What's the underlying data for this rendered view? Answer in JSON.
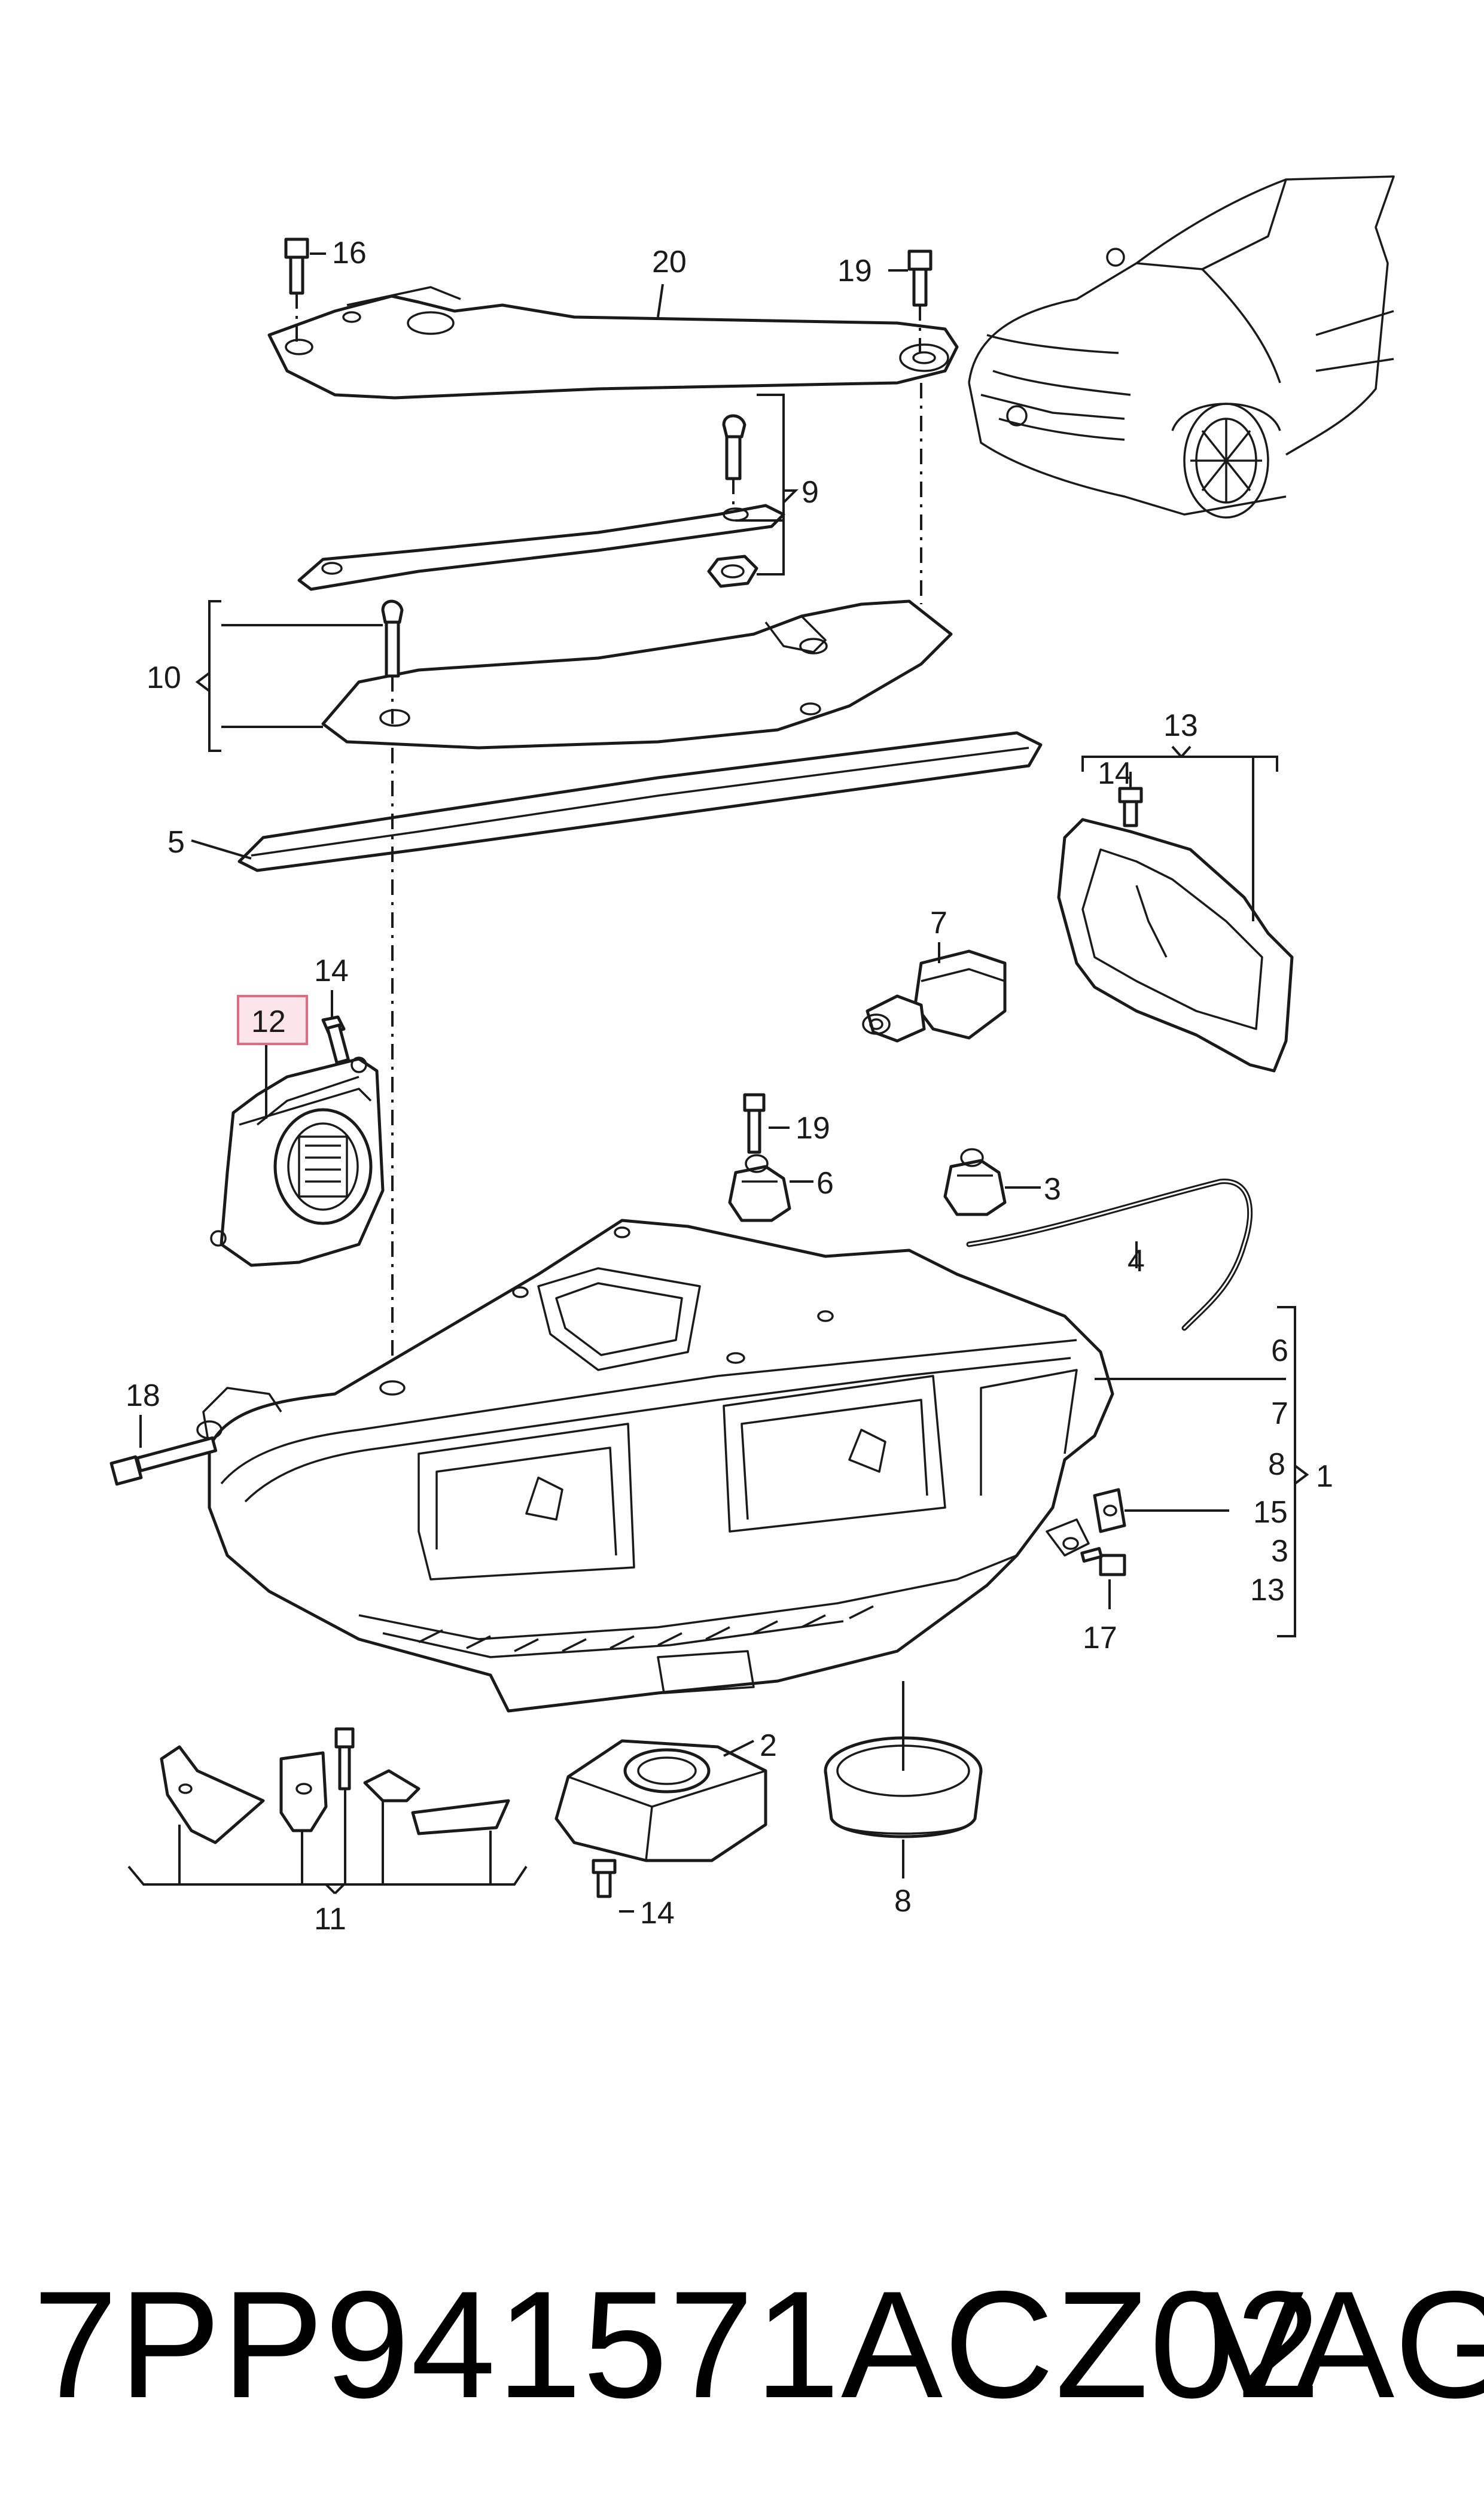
{
  "diagram": {
    "callouts": {
      "c20": "20",
      "c16": "16",
      "c19a": "19",
      "c9": "9",
      "c10": "10",
      "c5": "5",
      "c13": "13",
      "c14a": "14",
      "c7": "7",
      "c14b": "14",
      "c12": "12",
      "c19b": "19",
      "c6a": "6",
      "c3a": "3",
      "c4": "4",
      "c18": "18",
      "c6b": "6",
      "c7b": "7",
      "c8b": "8",
      "c1": "1",
      "c15": "15",
      "c3b": "3",
      "c13b": "13",
      "c17": "17",
      "c2": "2",
      "c11": "11",
      "c14c": "14",
      "c8c": "8"
    },
    "highlighted_callout": "12",
    "highlight_color": "#e06b80"
  },
  "footer": {
    "part_number": "7PP941571ACZ02",
    "brand": "VAG"
  }
}
